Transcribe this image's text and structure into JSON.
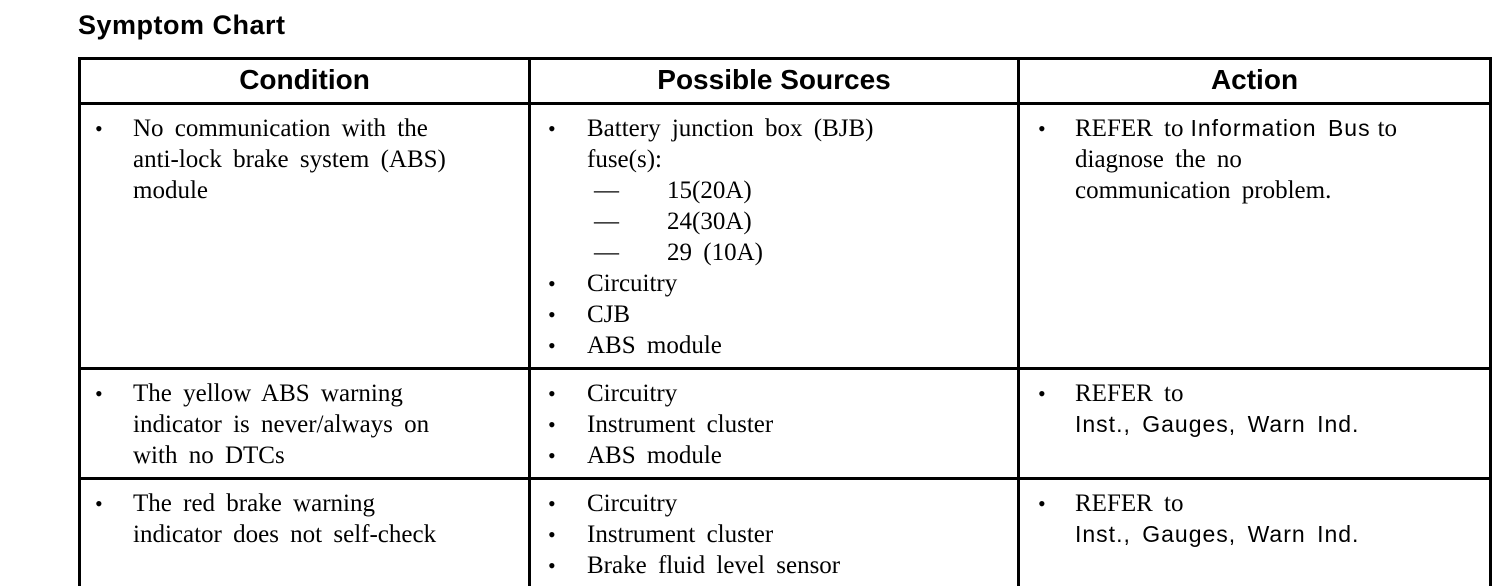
{
  "title": "Symptom Chart",
  "glyphs": {
    "bullet": "•",
    "dash": "—"
  },
  "table": {
    "headers": [
      "Condition",
      "Possible Sources",
      "Action"
    ],
    "rows": [
      {
        "condition": {
          "lines": [
            "No communication with the",
            "anti-lock brake system (ABS)",
            "module"
          ]
        },
        "sources": {
          "items": [
            {
              "lines": [
                "Battery junction box (BJB)",
                "fuse(s):"
              ],
              "subitems": [
                "15(20A)",
                "24(30A)",
                "29 (10A)"
              ]
            },
            {
              "lines": [
                "Circuitry"
              ]
            },
            {
              "lines": [
                "CJB"
              ]
            },
            {
              "lines": [
                "ABS module"
              ]
            }
          ]
        },
        "action": {
          "prefix": "REFER to",
          "link": "Information Bus",
          "tail": "to",
          "lines": [
            "diagnose the no",
            "communication problem."
          ]
        }
      },
      {
        "condition": {
          "lines": [
            "The yellow ABS warning",
            "indicator is never/always on",
            "with no DTCs"
          ]
        },
        "sources": {
          "items": [
            {
              "lines": [
                "Circuitry"
              ]
            },
            {
              "lines": [
                "Instrument cluster"
              ]
            },
            {
              "lines": [
                "ABS module"
              ]
            }
          ]
        },
        "action": {
          "prefix": "REFER to",
          "link": "Inst., Gauges, Warn Ind."
        }
      },
      {
        "condition": {
          "lines": [
            "The red brake warning",
            "indicator does not self-check"
          ]
        },
        "sources": {
          "items": [
            {
              "lines": [
                "Circuitry"
              ]
            },
            {
              "lines": [
                "Instrument cluster"
              ]
            },
            {
              "lines": [
                "Brake fluid level sensor"
              ]
            }
          ]
        },
        "action": {
          "prefix": "REFER to",
          "link": "Inst., Gauges, Warn Ind."
        }
      }
    ]
  },
  "colors": {
    "text": "#000000",
    "background": "#ffffff",
    "border": "#000000"
  }
}
